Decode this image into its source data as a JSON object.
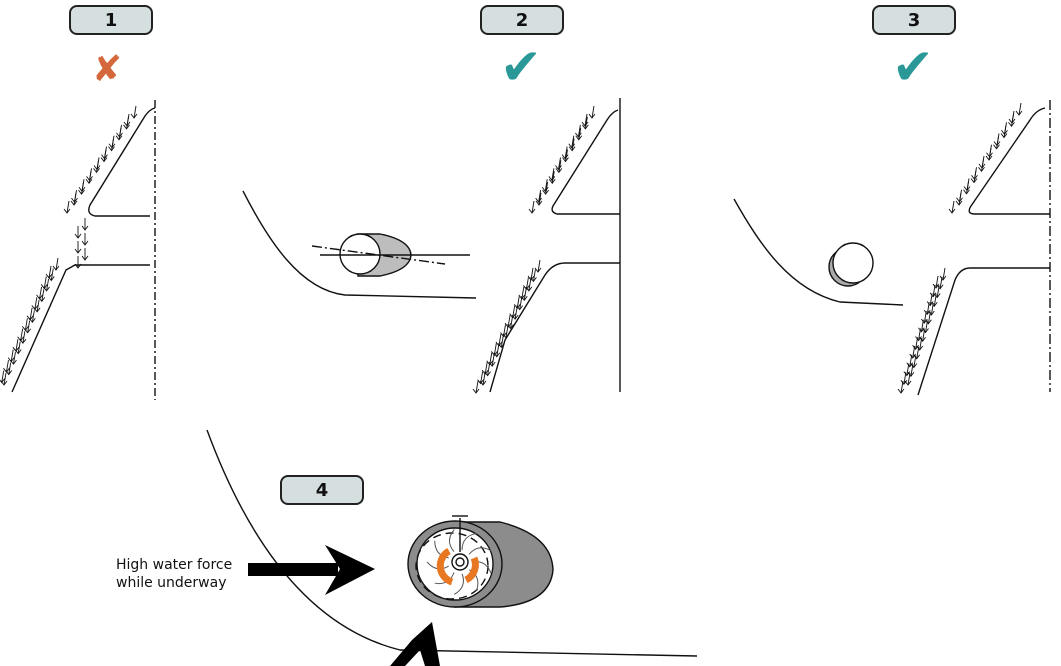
{
  "badges": [
    "1",
    "2",
    "3",
    "4"
  ],
  "icons": [
    {
      "name": "cross-icon",
      "glyph": "✘",
      "meaning": "incorrect"
    },
    {
      "name": "check-icon",
      "glyph": "✔",
      "meaning": "correct"
    },
    {
      "name": "check-icon",
      "glyph": "✔",
      "meaning": "correct"
    }
  ],
  "annotation": {
    "line1": "High water force",
    "line2": "while underway"
  },
  "colors": {
    "wrong": "#d4683c",
    "right": "#2b9898",
    "badge_fill": "#d5dfdf",
    "hub": "#e87722",
    "shade": "#9a9a9a"
  }
}
